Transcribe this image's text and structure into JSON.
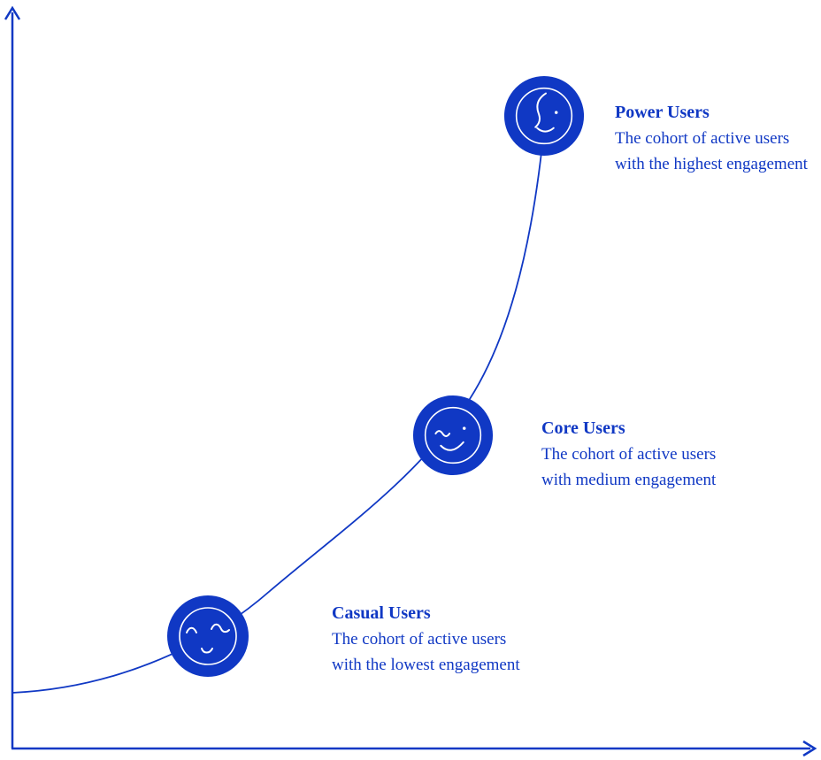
{
  "colors": {
    "accent": "#1038c4",
    "icon_fill": "#1038c4",
    "icon_stroke": "#ffffff"
  },
  "cohorts": [
    {
      "id": "casual",
      "icon": "casual-users-face-icon",
      "title": "Casual Users",
      "description": "The cohort of active users with the lowest engagement"
    },
    {
      "id": "core",
      "icon": "core-users-face-icon",
      "title": "Core Users",
      "description": "The cohort of active users with medium engagement"
    },
    {
      "id": "power",
      "icon": "power-users-face-icon",
      "title": "Power Users",
      "description": "The cohort of active users with the highest engagement"
    }
  ]
}
